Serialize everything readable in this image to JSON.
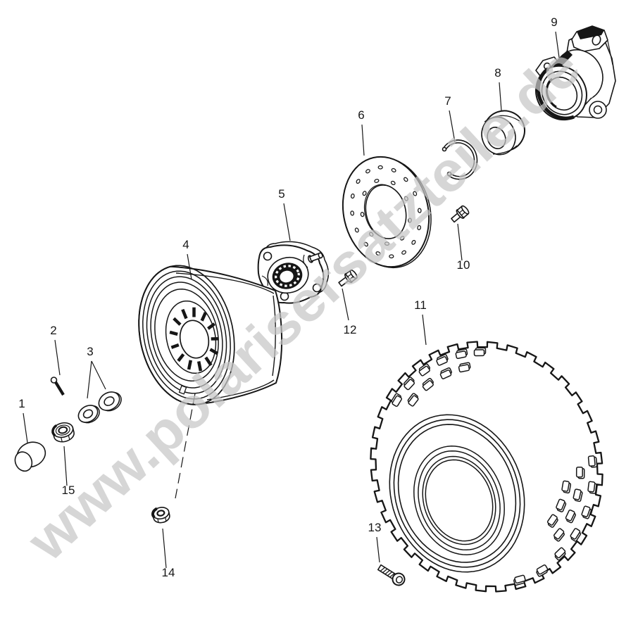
{
  "figure": {
    "background": "#ffffff",
    "line_color": "#161616"
  },
  "watermark": {
    "text": "www.polarisersatzteile.de",
    "color": "#c6c6c6"
  },
  "callouts": [
    "1",
    "2",
    "3",
    "4",
    "5",
    "6",
    "7",
    "8",
    "9",
    "10",
    "11",
    "12",
    "13",
    "14",
    "15"
  ]
}
